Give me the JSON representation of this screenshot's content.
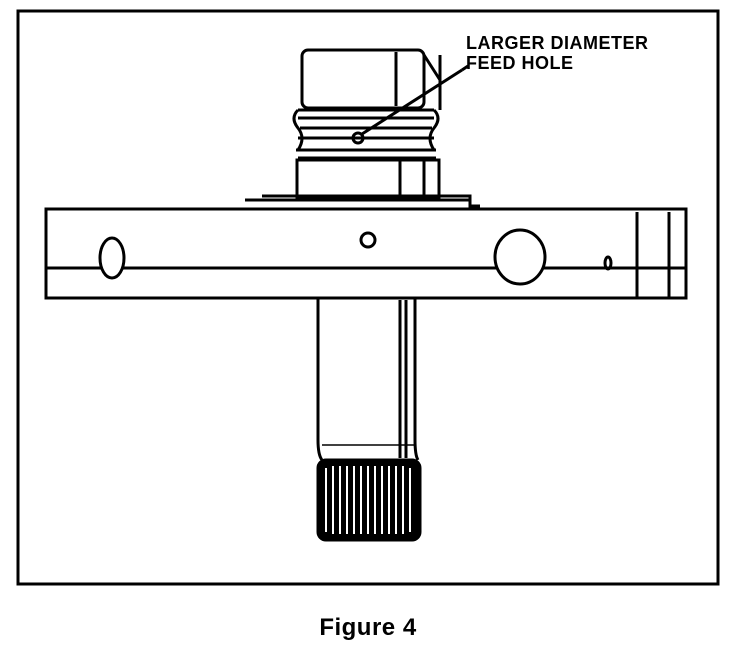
{
  "diagram": {
    "callout_line1": "LARGER DIAMETER",
    "callout_line2": "FEED HOLE",
    "caption": "Figure 4"
  }
}
